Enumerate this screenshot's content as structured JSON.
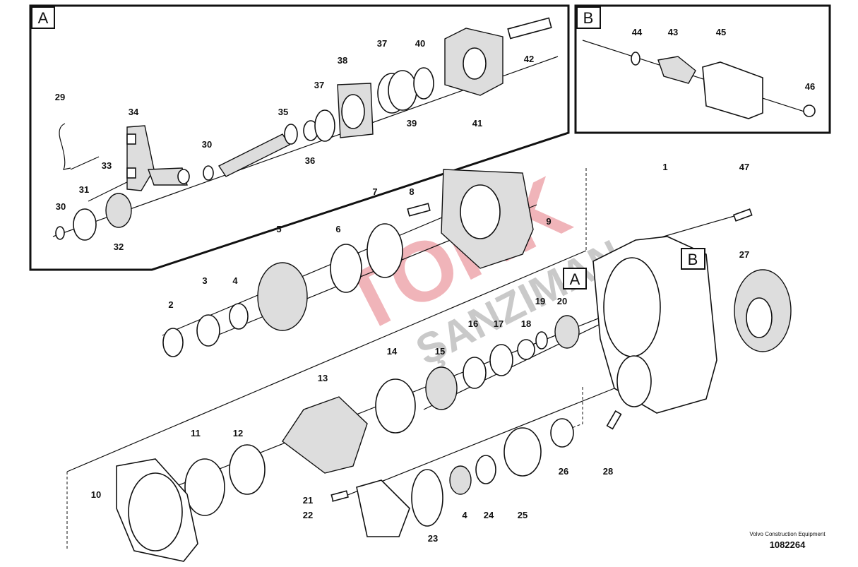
{
  "panels": {
    "a_label": "A",
    "b_label": "B"
  },
  "markers": {
    "a_ref": "A",
    "b_ref": "B"
  },
  "callouts": {
    "p1": "1",
    "p2": "2",
    "p3": "3",
    "p4a": "4",
    "p4b": "4",
    "p5": "5",
    "p6": "6",
    "p7": "7",
    "p8": "8",
    "p9": "9",
    "p10": "10",
    "p11": "11",
    "p12": "12",
    "p13": "13",
    "p14": "14",
    "p15": "15",
    "p16": "16",
    "p17": "17",
    "p18": "18",
    "p19": "19",
    "p20": "20",
    "p21": "21",
    "p22": "22",
    "p23": "23",
    "p24": "24",
    "p25": "25",
    "p26": "26",
    "p27": "27",
    "p28": "28",
    "p29": "29",
    "p30a": "30",
    "p30b": "30",
    "p31": "31",
    "p32": "32",
    "p33": "33",
    "p34": "34",
    "p35": "35",
    "p36": "36",
    "p37a": "37",
    "p37b": "37",
    "p38": "38",
    "p39": "39",
    "p40": "40",
    "p41": "41",
    "p42": "42",
    "p43": "43",
    "p44": "44",
    "p45": "45",
    "p46": "46",
    "p47": "47"
  },
  "watermark": {
    "line1": "TORK",
    "line2": "ŞANZIMAN"
  },
  "footer": {
    "brand": "Volvo Construction Equipment",
    "drawing_number": "1082264"
  }
}
